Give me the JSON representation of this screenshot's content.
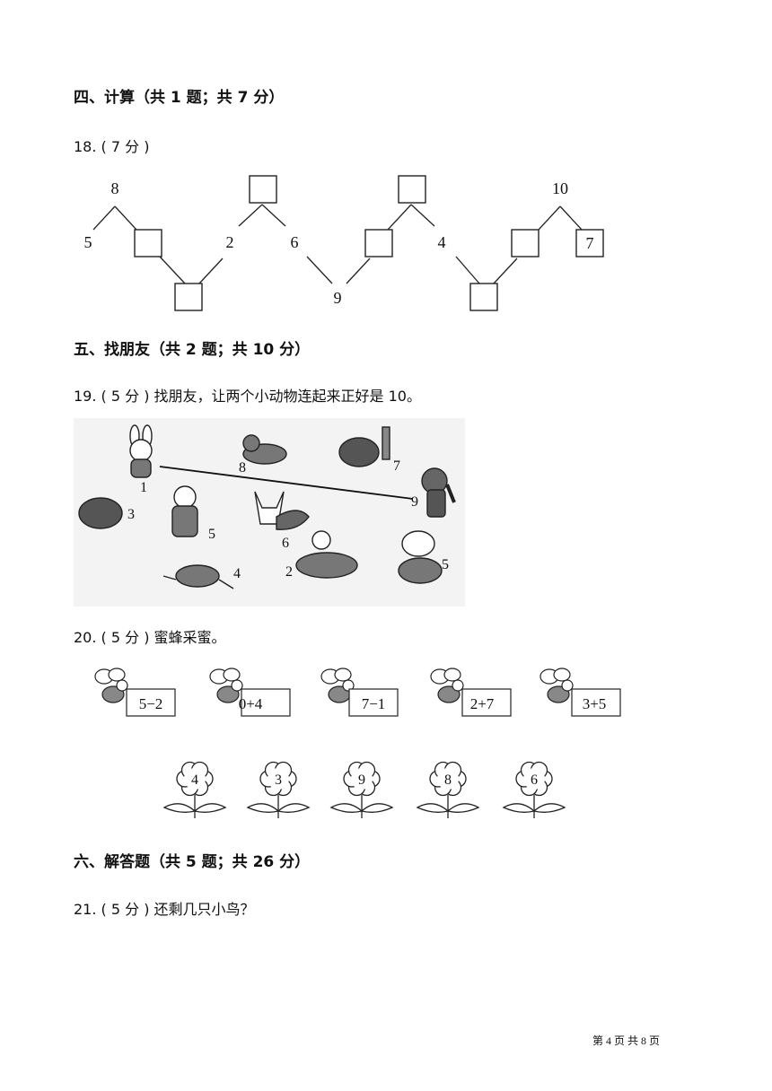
{
  "sections": {
    "s4": "四、计算（共 1 题；共 7 分）",
    "s5": "五、找朋友（共 2 题；共 10 分）",
    "s6": "六、解答题（共 5 题；共 26 分）"
  },
  "questions": {
    "q18": "18. ( 7 分 )",
    "q19": "19. ( 5 分 ) 找朋友，让两个小动物连起来正好是 10。",
    "q20": "20. ( 5 分 ) 蜜蜂采蜜。",
    "q21": "21. ( 5 分 ) 还剩几只小鸟？"
  },
  "q18_diagram": {
    "top_numbers": [
      "8",
      "10"
    ],
    "side_numbers": [
      "5",
      "2",
      "6",
      "4",
      "7"
    ],
    "bottom_number": "9"
  },
  "q19_animals": [
    {
      "name": "rabbit",
      "number": "1"
    },
    {
      "name": "dog",
      "number": "8"
    },
    {
      "name": "cat",
      "number": "7"
    },
    {
      "name": "elephant",
      "number": "9"
    },
    {
      "name": "pig",
      "number": "3"
    },
    {
      "name": "bear",
      "number": "5"
    },
    {
      "name": "fox",
      "number": "6"
    },
    {
      "name": "deer",
      "number": "2"
    },
    {
      "name": "hippo",
      "number": "5"
    },
    {
      "name": "frog",
      "number": "4"
    }
  ],
  "q20_bees": [
    "5−2",
    "0+4",
    "7−1",
    "2+7",
    "3+5"
  ],
  "q20_flowers": [
    "4",
    "3",
    "9",
    "8",
    "6"
  ],
  "footer": {
    "page": "第 4 页 共 8 页"
  }
}
